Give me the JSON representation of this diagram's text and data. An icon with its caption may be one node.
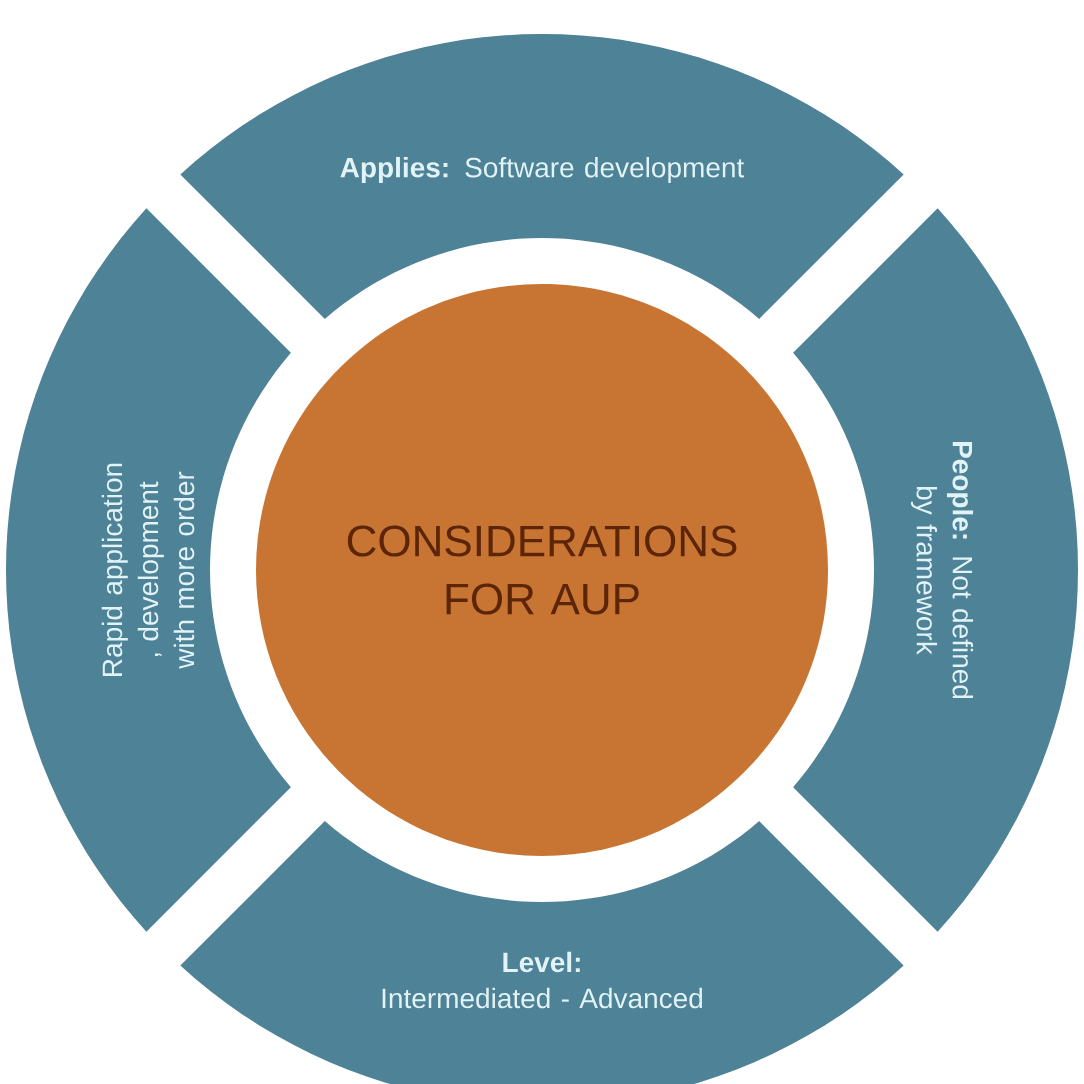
{
  "diagram": {
    "nodes": [
      {
        "text": [
          "**Applies:** Software development"
        ]
      },
      {
        "text": [
          "Rapid application , development with more order"
        ]
      },
      {
        "text": [
          "CONSIDERATIONS FOR AUP"
        ]
      },
      {
        "text": [
          "**People:** Not defined by framework"
        ]
      },
      {
        "text": [
          "Level:",
          "Intermediated - Advanced"
        ]
      }
    ]
  }
}
